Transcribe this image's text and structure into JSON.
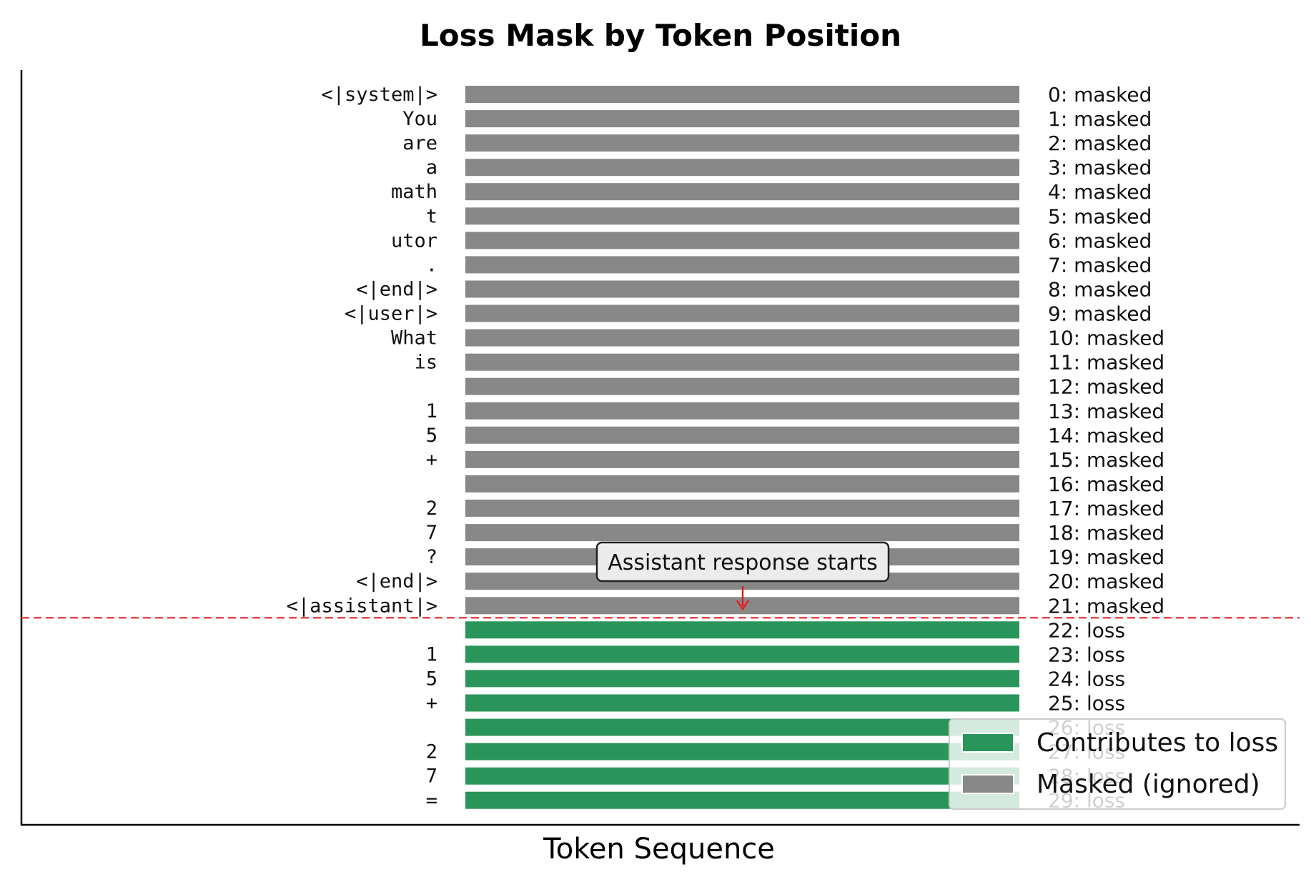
{
  "chart_data": {
    "type": "bar",
    "orientation": "horizontal",
    "title": "Loss Mask by Token Position",
    "xlabel": "Token Sequence",
    "ylabel": "",
    "grid": false,
    "legend_position": "bottom-right",
    "colors": {
      "loss": "#2a955a",
      "masked": "#888888",
      "divider": "#e8474a"
    },
    "tokens": [
      {
        "token": "<|system|>",
        "label": "0: masked",
        "mask": 0
      },
      {
        "token": "You",
        "label": "1: masked",
        "mask": 0
      },
      {
        "token": "are",
        "label": "2: masked",
        "mask": 0
      },
      {
        "token": "a",
        "label": "3: masked",
        "mask": 0
      },
      {
        "token": "math",
        "label": "4: masked",
        "mask": 0
      },
      {
        "token": "t",
        "label": "5: masked",
        "mask": 0
      },
      {
        "token": "utor",
        "label": "6: masked",
        "mask": 0
      },
      {
        "token": ".",
        "label": "7: masked",
        "mask": 0
      },
      {
        "token": "<|end|>",
        "label": "8: masked",
        "mask": 0
      },
      {
        "token": "<|user|>",
        "label": "9: masked",
        "mask": 0
      },
      {
        "token": "What",
        "label": "10: masked",
        "mask": 0
      },
      {
        "token": "is",
        "label": "11: masked",
        "mask": 0
      },
      {
        "token": "",
        "label": "12: masked",
        "mask": 0
      },
      {
        "token": "1",
        "label": "13: masked",
        "mask": 0
      },
      {
        "token": "5",
        "label": "14: masked",
        "mask": 0
      },
      {
        "token": "+",
        "label": "15: masked",
        "mask": 0
      },
      {
        "token": "",
        "label": "16: masked",
        "mask": 0
      },
      {
        "token": "2",
        "label": "17: masked",
        "mask": 0
      },
      {
        "token": "7",
        "label": "18: masked",
        "mask": 0
      },
      {
        "token": "?",
        "label": "19: masked",
        "mask": 0
      },
      {
        "token": "<|end|>",
        "label": "20: masked",
        "mask": 0
      },
      {
        "token": "<|assistant|>",
        "label": "21: masked",
        "mask": 0
      },
      {
        "token": "",
        "label": "22: loss",
        "mask": 1
      },
      {
        "token": "1",
        "label": "23: loss",
        "mask": 1
      },
      {
        "token": "5",
        "label": "24: loss",
        "mask": 1
      },
      {
        "token": "+",
        "label": "25: loss",
        "mask": 1
      },
      {
        "token": "",
        "label": "26: loss",
        "mask": 1
      },
      {
        "token": "2",
        "label": "27: loss",
        "mask": 1
      },
      {
        "token": "7",
        "label": "28: loss",
        "mask": 1
      },
      {
        "token": "=",
        "label": "29: loss",
        "mask": 1
      }
    ],
    "annotation": {
      "text": "Assistant response starts",
      "boundary_after_index": 21
    },
    "legend": [
      {
        "label": "Contributes to loss",
        "key": "loss"
      },
      {
        "label": "Masked (ignored)",
        "key": "masked"
      }
    ]
  }
}
